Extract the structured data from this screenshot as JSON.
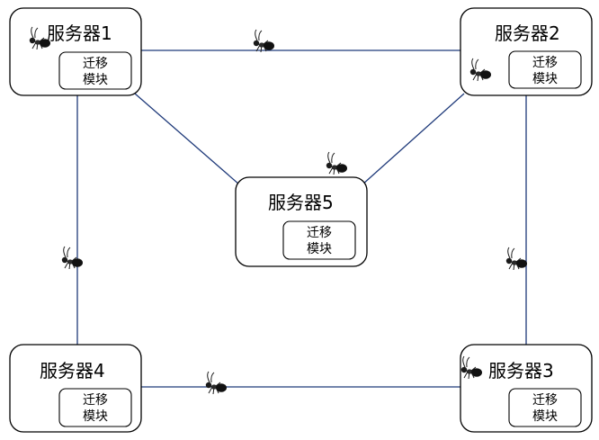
{
  "servers": [
    {
      "id": "s1",
      "label": "服务器1",
      "module_line1": "迁移",
      "module_line2": "模块"
    },
    {
      "id": "s2",
      "label": "服务器2",
      "module_line1": "迁移",
      "module_line2": "模块"
    },
    {
      "id": "s3",
      "label": "服务器3",
      "module_line1": "迁移",
      "module_line2": "模块"
    },
    {
      "id": "s4",
      "label": "服务器4",
      "module_line1": "迁移",
      "module_line2": "模块"
    },
    {
      "id": "s5",
      "label": "服务器5",
      "module_line1": "迁移",
      "module_line2": "模块"
    }
  ],
  "links": [
    [
      "s1",
      "s2"
    ],
    [
      "s2",
      "s3"
    ],
    [
      "s3",
      "s4"
    ],
    [
      "s4",
      "s1"
    ],
    [
      "s1",
      "s5"
    ],
    [
      "s2",
      "s5"
    ]
  ],
  "colors": {
    "link": "#1f3a7a",
    "ant": "#1a1a1a",
    "box_stroke": "#000000"
  },
  "icons": {
    "agent": "ant-icon"
  }
}
